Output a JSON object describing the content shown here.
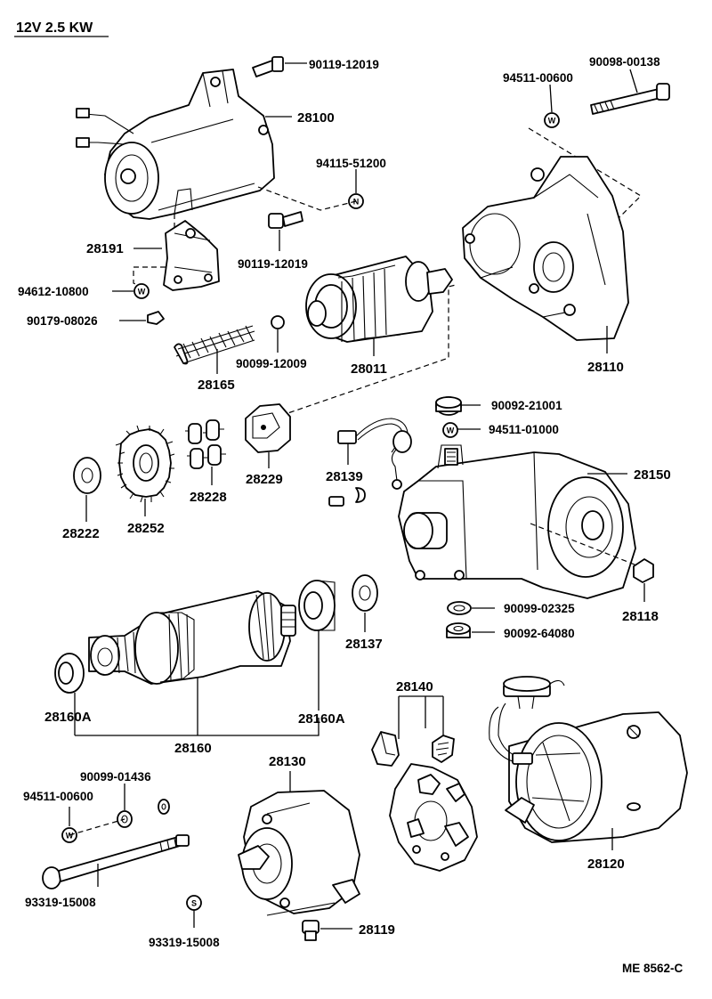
{
  "title": "12V 2.5 KW",
  "diagram_code": "ME 8562-C",
  "markers": {
    "w": "W",
    "n": "N",
    "s": "S"
  },
  "labels": {
    "p90119_12019_top": "90119-12019",
    "p28100": "28100",
    "p90098_00138": "90098-00138",
    "p94511_00600_top": "94511-00600",
    "p94115_51200": "94115-51200",
    "p28191": "28191",
    "p90119_12019_mid": "90119-12019",
    "p94612_10800": "94612-10800",
    "p90179_08026": "90179-08026",
    "p90099_12009": "90099-12009",
    "p28011": "28011",
    "p28110": "28110",
    "p28165": "28165",
    "p90092_21001": "90092-21001",
    "p94511_01000": "94511-01000",
    "p28139": "28139",
    "p28150": "28150",
    "p28222": "28222",
    "p28252": "28252",
    "p28228": "28228",
    "p28229": "28229",
    "p90099_02325": "90099-02325",
    "p28118": "28118",
    "p90092_64080": "90092-64080",
    "p28137": "28137",
    "p28160A_left": "28160A",
    "p28160A_right": "28160A",
    "p28160": "28160",
    "p28140": "28140",
    "p28130": "28130",
    "p90099_01436": "90099-01436",
    "p94511_00600_bottom": "94511-00600",
    "p93319_15008_bolt": "93319-15008",
    "p93319_15008_s": "93319-15008",
    "p28119": "28119",
    "p28120": "28120"
  }
}
